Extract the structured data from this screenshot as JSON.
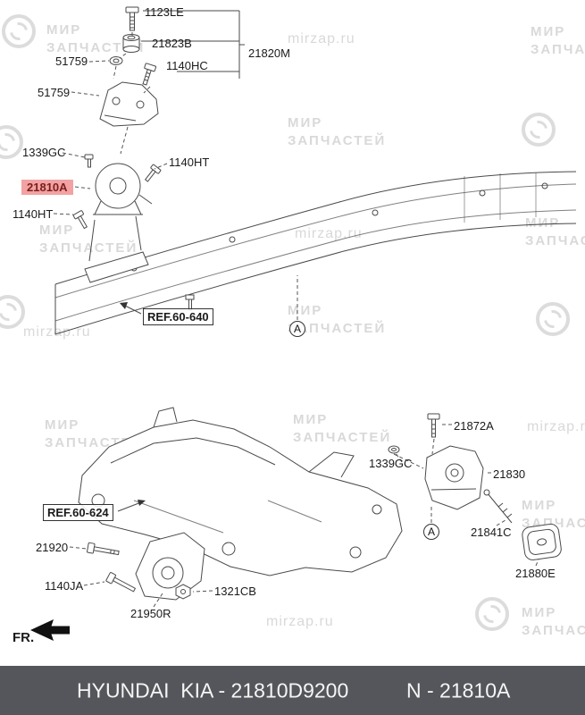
{
  "watermark": {
    "brand_line1": "МИР",
    "brand_line2": "ЗАПЧАСТЕЙ",
    "site": "mirzap.ru"
  },
  "labels": {
    "l1123LE": "1123LE",
    "l21823B": "21823B",
    "l51759_top": "51759",
    "l1140HC": "1140HC",
    "l21820M": "21820M",
    "l51759_mid": "51759",
    "l1339GC_top": "1339GC",
    "l1140HT_right": "1140HT",
    "l21810A": "21810A",
    "l1140HT_left": "1140HT",
    "ref_60_640": "REF.60-640",
    "callout_a": "A",
    "l21872A": "21872A",
    "l1339GC_bottom": "1339GC",
    "l21830": "21830",
    "ref_60_624": "REF.60-624",
    "l21920": "21920",
    "l21841C": "21841C",
    "l1140JA": "1140JA",
    "l1321CB": "1321CB",
    "l21880E": "21880E",
    "l21950R": "21950R",
    "fr": "FR."
  },
  "colors": {
    "highlight_bg": "#f2a2a2",
    "highlight_text": "#7c1d1d",
    "footer_bg": "#54565b",
    "watermark": "#dcdcdc",
    "line_art": "#4a4a4a"
  },
  "footer": {
    "catalog": "HYUNDAI  KIA - 21810D9200",
    "number": "N - 21810A"
  }
}
